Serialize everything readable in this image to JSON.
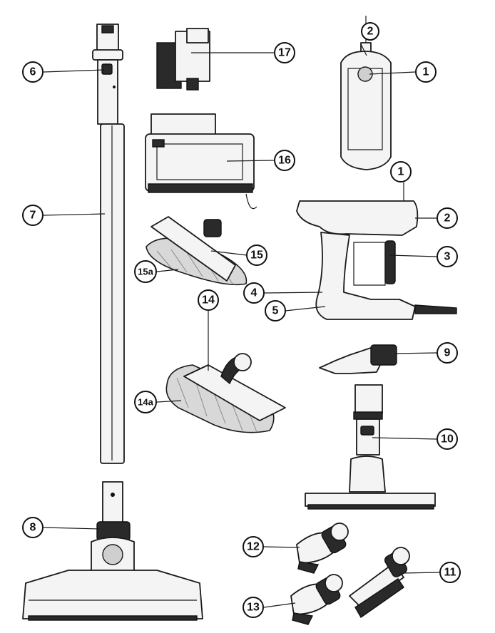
{
  "callouts": {
    "c1_remote": "1",
    "c2_remote": "2",
    "c1_handle": "1",
    "c2_handle": "2",
    "c3": "3",
    "c4": "4",
    "c5": "5",
    "c6": "6",
    "c7": "7",
    "c8": "8",
    "c9": "9",
    "c10": "10",
    "c11": "11",
    "c12": "12",
    "c13": "13",
    "c14": "14",
    "c14a": "14a",
    "c15": "15",
    "c15a": "15a",
    "c16": "16",
    "c17": "17"
  }
}
